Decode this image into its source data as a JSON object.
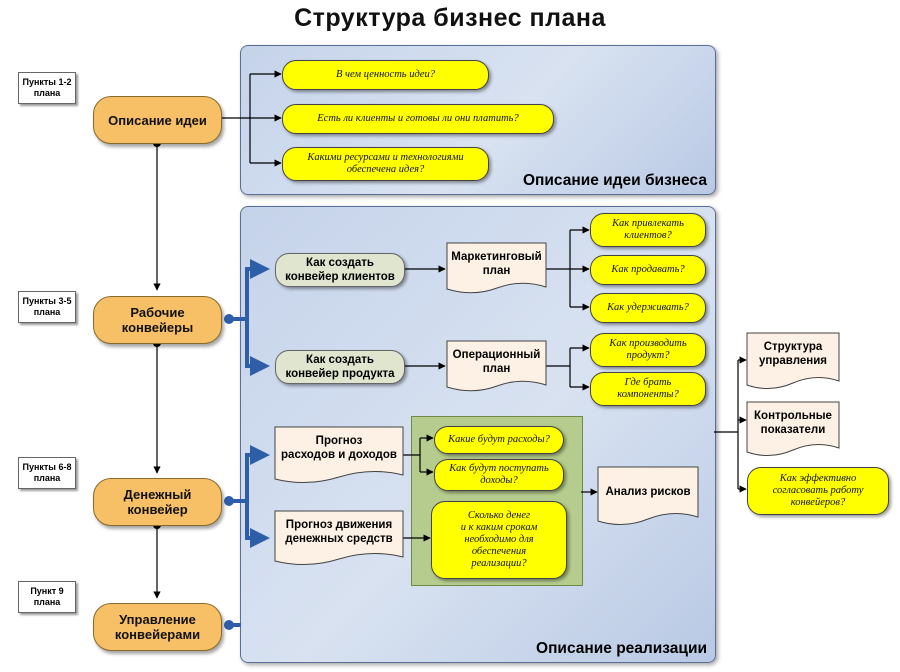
{
  "title": "Структура бизнес плана",
  "panels": {
    "idea": "Описание идеи бизнеса",
    "impl": "Описание реализации"
  },
  "steps": {
    "idea": "Описание идеи",
    "conveyors": "Рабочие\nконвейеры",
    "money": "Денежный\nконвейер",
    "mgmt": "Управление\nконвейерами"
  },
  "labels": {
    "p12": "Пункты 1-2\nплана",
    "p35": "Пункты 3-5\nплана",
    "p68": "Пункты 6-8\nплана",
    "p9": "Пункт 9\nплана"
  },
  "questions": {
    "q1": "В чем ценность идеи?",
    "q2": "Есть ли клиенты и готовы ли они платить?",
    "q3": "Какими ресурсами и технологиями\nобеспечена идея?",
    "q4": "Как привлекать\nклиентов?",
    "q5": "Как продавать?",
    "q6": "Как удерживать?",
    "q7": "Как производить\nпродукт?",
    "q8": "Где брать\nкомпоненты?",
    "q9": "Какие будут расходы?",
    "q10": "Как будут поступать\nдоходы?",
    "q11": "Сколько денег\nи к каким срокам\nнеобходимо для\nобеспечения\nреализации?",
    "q12": "Как эффективно\nсогласовать работу\nконвейеров?"
  },
  "grey": {
    "g1": "Как создать\nконвейер клиентов",
    "g2": "Как создать\nконвейер продукта"
  },
  "docs": {
    "marketing": "Маркетинговый\nплан",
    "operations": "Операционный\nплан",
    "forecast_income": "Прогноз\nрасходов и доходов",
    "forecast_cash": "Прогноз движения\nденежных средств",
    "risks": "Анализ рисков",
    "structure": "Структура\nуправления",
    "kpi": "Контрольные\nпоказатели"
  },
  "colors": {
    "step": "#f7c066",
    "question": "#ffff00",
    "panel": "#c5d3ea",
    "green": "#b5cc8e",
    "connector_blue": "#2f5ea8"
  }
}
